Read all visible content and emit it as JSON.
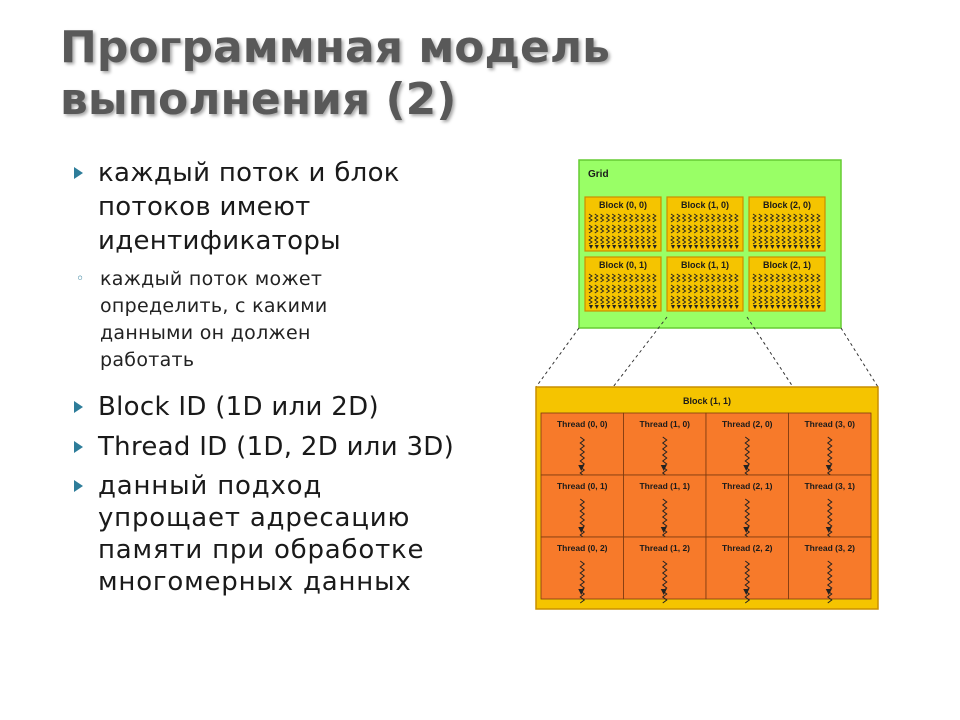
{
  "slide": {
    "title": "Программная модель\nвыполнения (2)",
    "bullets": [
      {
        "text": "каждый поток и блок\nпотоков имеют\nидентификаторы"
      },
      {
        "text": "Block ID (1D или 2D)"
      },
      {
        "text": "Thread ID (1D, 2D или 3D)"
      },
      {
        "text": "данный подход\nупрощает адресацию\nпамяти при обработке\nмногомерных данных"
      }
    ],
    "sub_bullet": {
      "text": "каждый поток может\nопределить, с какими\nданными он должен\nработать"
    }
  },
  "diagram": {
    "grid_label": "Grid",
    "blocks": [
      "Block (0, 0)",
      "Block (1, 0)",
      "Block (2, 0)",
      "Block (0, 1)",
      "Block (1, 1)",
      "Block (2, 1)"
    ],
    "zoom_label": "Block (1, 1)",
    "threads": [
      "Thread (0, 0)",
      "Thread (1, 0)",
      "Thread (2, 0)",
      "Thread (3, 0)",
      "Thread (0, 1)",
      "Thread (1, 1)",
      "Thread (2, 1)",
      "Thread (3, 1)",
      "Thread (0, 2)",
      "Thread (1, 2)",
      "Thread (2, 2)",
      "Thread (3, 2)"
    ],
    "colors": {
      "grid": "#99ff66",
      "block": "#f5c400",
      "block_border": "#c98f00",
      "thread": "#f77a2a",
      "zoom_bg": "#f5c400"
    }
  }
}
